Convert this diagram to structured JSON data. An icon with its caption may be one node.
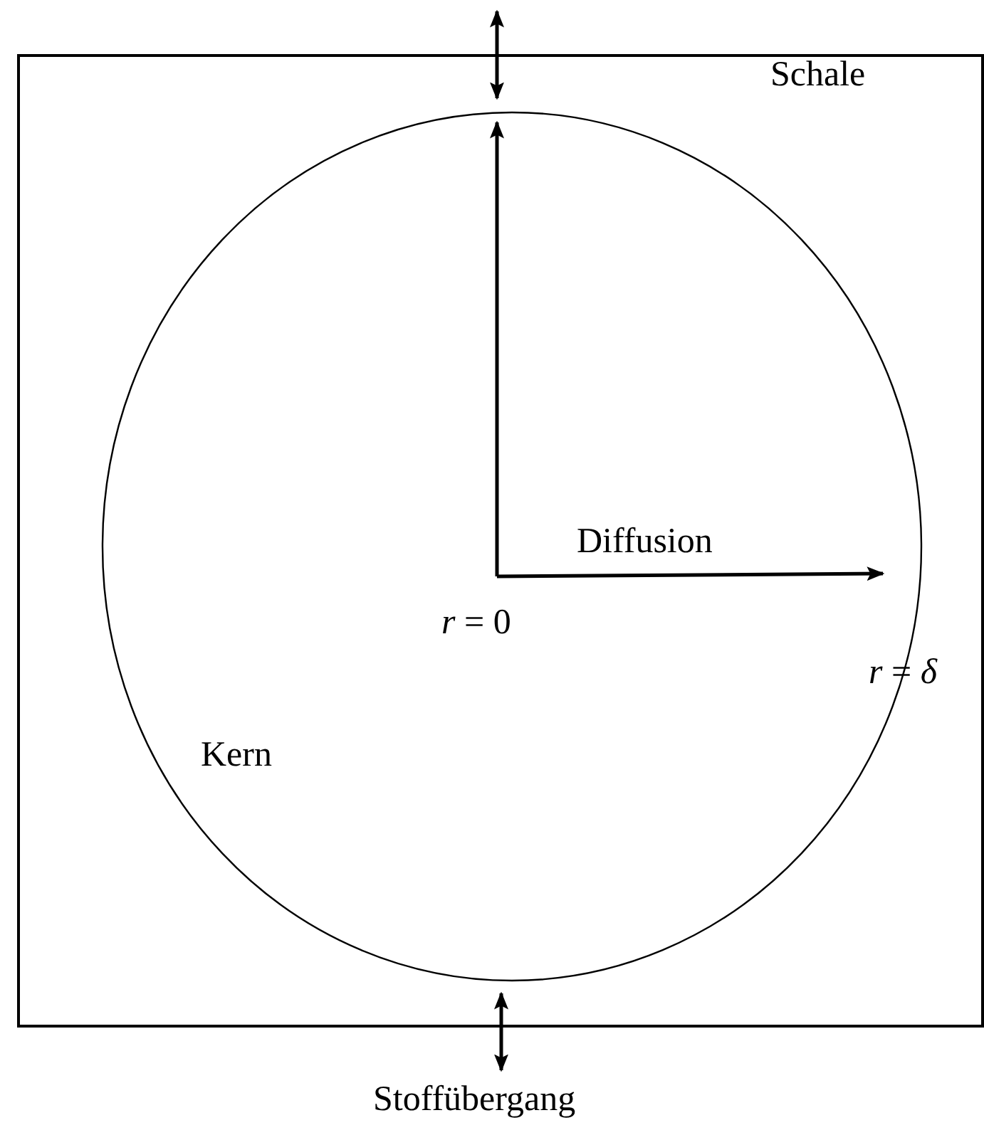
{
  "diagram": {
    "nodes": [
      {
        "text": [
          "Schale"
        ]
      },
      {
        "text": [
          "Kern"
        ],
        "in": 0
      }
    ],
    "labels": [
      "Diffusion",
      "*r* = 0",
      "*r* = *δ*",
      "Stoffübergang"
    ]
  }
}
